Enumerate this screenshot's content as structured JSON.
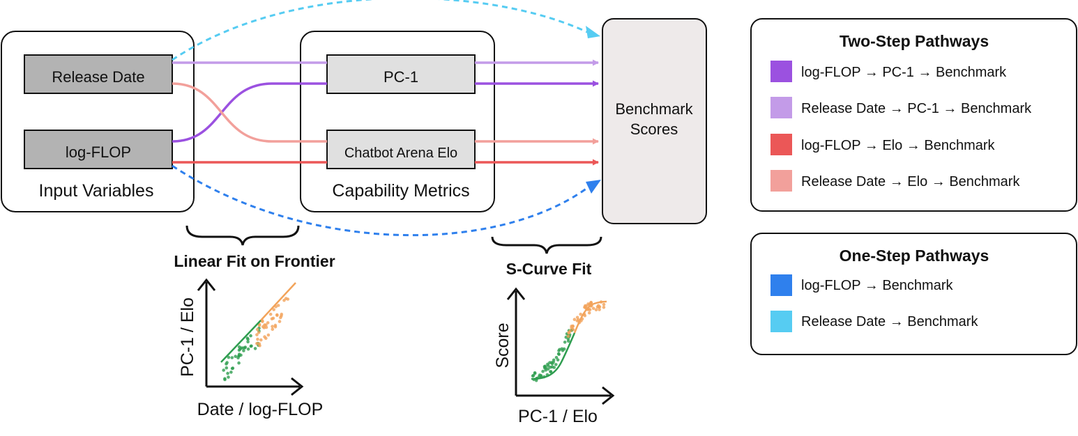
{
  "inputs": {
    "title": "Input Variables",
    "release_date": "Release Date",
    "log_flop": "log-FLOP"
  },
  "metrics": {
    "title": "Capability Metrics",
    "pc1": "PC-1",
    "elo": "Chatbot Arena Elo"
  },
  "target": {
    "line1": "Benchmark",
    "line2": "Scores"
  },
  "two_step": {
    "title": "Two-Step Pathways",
    "items": [
      {
        "label": "log-FLOP → PC-1 → Benchmark",
        "color": "#9B51E0"
      },
      {
        "label": "Release Date → PC-1 → Benchmark",
        "color": "#C39BE8"
      },
      {
        "label": "log-FLOP → Elo → Benchmark",
        "color": "#EB5757"
      },
      {
        "label": "Release Date → Elo → Benchmark",
        "color": "#F2A09B"
      }
    ]
  },
  "one_step": {
    "title": "One-Step Pathways",
    "items": [
      {
        "label": "log-FLOP → Benchmark",
        "color": "#2F80ED"
      },
      {
        "label": "Release Date → Benchmark",
        "color": "#56CCF2"
      }
    ]
  },
  "linear_fit": {
    "title": "Linear Fit on Frontier",
    "ylabel": "PC-1 / Elo",
    "xlabel": "Date / log-FLOP"
  },
  "s_curve": {
    "title": "S-Curve Fit",
    "ylabel": "Score",
    "xlabel": "PC-1 / Elo"
  },
  "colors": {
    "box_fill_dark": "#B3B3B3",
    "box_fill_light": "#E0E0E0",
    "target_fill": "#EEEAEA",
    "green": "#2E9D4F",
    "orange": "#F2A35A"
  }
}
